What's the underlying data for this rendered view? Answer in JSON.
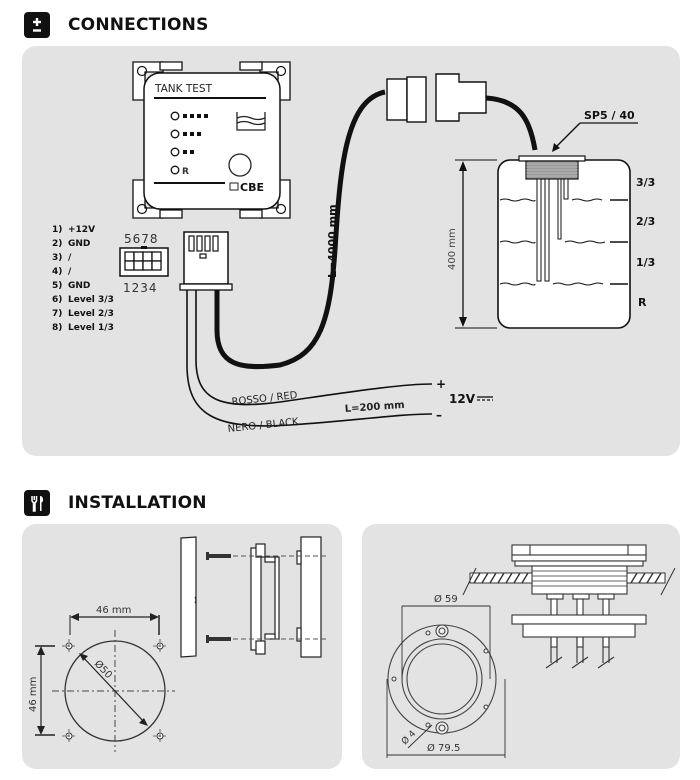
{
  "sections": {
    "connections": {
      "title": "CONNECTIONS",
      "icon": "plus-minus-icon"
    },
    "installation": {
      "title": "INSTALLATION",
      "icon": "tools-icon"
    }
  },
  "panel_device": {
    "title": "TANK TEST",
    "led_labels": [
      "▪▪▪▪",
      "▪▪▪",
      "▪▪",
      "R"
    ],
    "brand": "CBE"
  },
  "pinout": {
    "top_numbers": "5678",
    "bottom_numbers": "1234",
    "pins": [
      {
        "num": "1)",
        "label": "+12V"
      },
      {
        "num": "2)",
        "label": "GND"
      },
      {
        "num": "3)",
        "label": "/"
      },
      {
        "num": "4)",
        "label": "/"
      },
      {
        "num": "5)",
        "label": "GND"
      },
      {
        "num": "6)",
        "label": "Level 3/3"
      },
      {
        "num": "7)",
        "label": "Level 2/3"
      },
      {
        "num": "8)",
        "label": "Level 1/3"
      }
    ]
  },
  "cable": {
    "length_label": "L=4000 mm"
  },
  "sensor": {
    "model_label": "SP5 / 40",
    "height_label": "400 mm",
    "levels": [
      "3/3",
      "2/3",
      "1/3",
      "R"
    ]
  },
  "power_wires": {
    "red_label": "ROSSO / RED",
    "black_label": "NERO / BLACK",
    "length_label": "L=200 mm",
    "plus": "+",
    "minus": "–",
    "voltage_label": "12V"
  },
  "cutout": {
    "width_label": "46 mm",
    "height_label": "46 mm",
    "diameter_label": "Ø50"
  },
  "sensor_flange": {
    "inner_diameter_label": "Ø 59",
    "outer_diameter_label": "Ø 79.5",
    "hole_label": "Ø 4"
  }
}
